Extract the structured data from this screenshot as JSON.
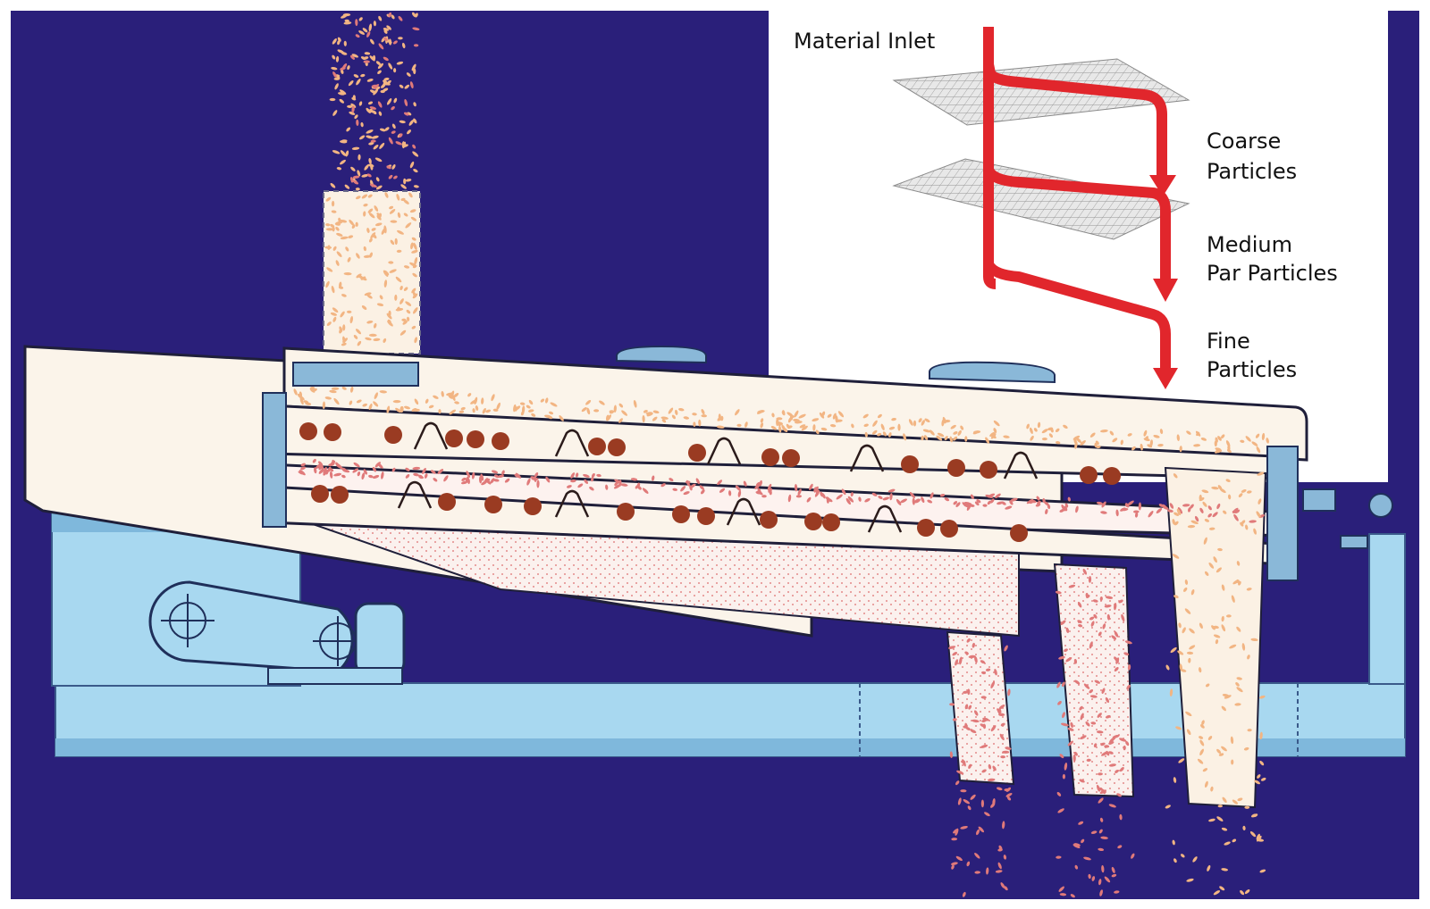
{
  "colors": {
    "background": "#2a1f7a",
    "frame": "#ffffff",
    "machine_blue": "#a8d8f0",
    "machine_blue_dark": "#7fb8dc",
    "housing": "#fbf4ea",
    "deck_line": "#2b1b1b",
    "coarse_particle": "#9a3b22",
    "medium_particle": "#e89a7a",
    "fine_particle": "#e07a7a",
    "feed_particle": "#f2b583",
    "arrow_red": "#e1262c",
    "screen_mesh": "#bdbdbd"
  },
  "labels": {
    "material_inlet": "Material Inlet",
    "coarse_line1": "Coarse",
    "coarse_line2": "Particles",
    "medium_line1": "Medium",
    "medium_line2": "Par Particles",
    "fine_line1": "Fine",
    "fine_line2": "Particles"
  }
}
